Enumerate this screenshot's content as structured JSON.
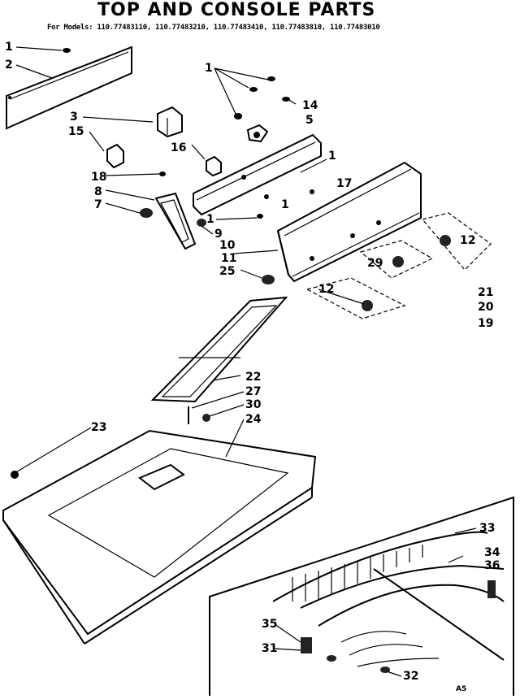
{
  "title": "TOP AND CONSOLE PARTS",
  "models_line": "For Models: 110.77483110, 110.77483210, 110.77483410, 110.77483810, 110.77483010",
  "drawing_code": "A5",
  "callouts": {
    "c1a": "1",
    "c2": "2",
    "c1b": "1",
    "c14": "14",
    "c3": "3",
    "c5": "5",
    "c15": "15",
    "c16": "16",
    "c1c": "1",
    "c18": "18",
    "c17": "17",
    "c8": "8",
    "c1d": "1",
    "c7": "7",
    "c1e": "1",
    "c9": "9",
    "c12a": "12",
    "c10": "10",
    "c11": "11",
    "c29": "29",
    "c25": "25",
    "c12b": "12",
    "c21": "21",
    "c20": "20",
    "c19": "19",
    "c22": "22",
    "c27": "27",
    "c30": "30",
    "c23": "23",
    "c24": "24",
    "c33": "33",
    "c34": "34",
    "c36": "36",
    "c35": "35",
    "c31": "31",
    "c32": "32"
  }
}
